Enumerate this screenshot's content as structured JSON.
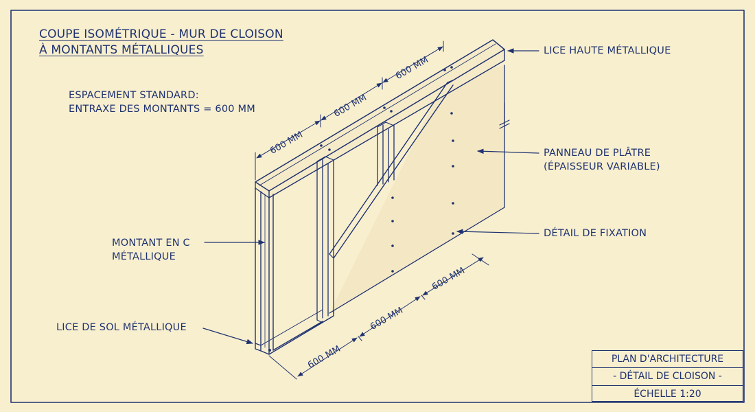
{
  "title": {
    "line1": "COUPE ISOMÉTRIQUE - MUR DE CLOISON",
    "line2": "À MONTANTS MÉTALLIQUES"
  },
  "note": {
    "line1": "ESPACEMENT STANDARD:",
    "line2": "ENTRAXE DES MONTANTS = 600 MM"
  },
  "labels": {
    "top_track": "LICE HAUTE MÉTALLIQUE",
    "panel_line1": "PANNEAU DE PLÂTRE",
    "panel_line2": "(ÉPAISSEUR VARIABLE)",
    "fixing": "DÉTAIL DE FIXATION",
    "stud_line1": "MONTANT EN C",
    "stud_line2": "MÉTALLIQUE",
    "bottom_track": "LICE DE SOL MÉTALLIQUE"
  },
  "dimensions": {
    "top": [
      "600 MM",
      "600 MM",
      "600 MM"
    ],
    "bottom": [
      "600 MM",
      "600 MM",
      "600 MM"
    ]
  },
  "title_block": {
    "row1": "PLAN D'ARCHITECTURE",
    "row2": "- DÉTAIL DE CLOISON -",
    "row3": "ÉCHELLE 1:20"
  },
  "colors": {
    "paper": "#f8efcf",
    "ink": "#1f3270"
  }
}
